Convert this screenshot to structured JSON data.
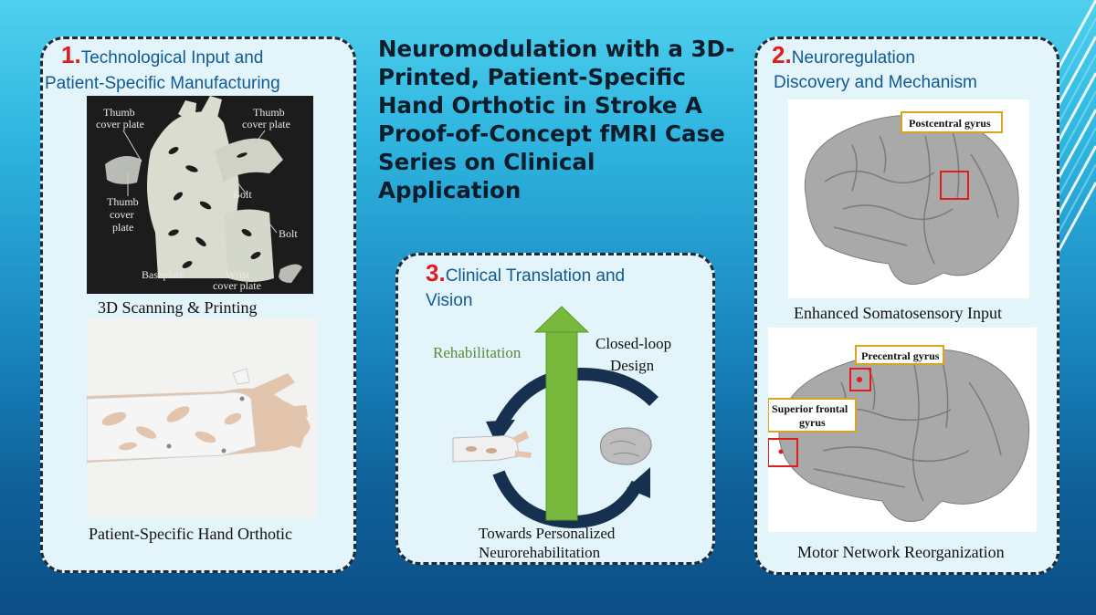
{
  "slide": {
    "title": "Neuromodulation with a 3D-Printed, Patient-Specific Hand Orthotic in Stroke A Proof-of-Concept fMRI Case Series on Clinical Application",
    "panel1": {
      "number": "1.",
      "title_line1": "Technological Input and",
      "title_line2": "Patient-Specific Manufacturing",
      "image1_labels": {
        "thumb_cover_plate_1a": "Thumb",
        "thumb_cover_plate_1b": "cover plate",
        "thumb_cover_plate_2a": "Thumb",
        "thumb_cover_plate_2b": "cover plate",
        "thumb_cover_plate_3a": "Thumb",
        "thumb_cover_plate_3b": "cover",
        "thumb_cover_plate_3c": "plate",
        "bolt_1": "Bolt",
        "bolt_2": "Bolt",
        "baseplate": "Baseplate",
        "wrist_cover_plate_a": "Wrist",
        "wrist_cover_plate_b": "cover plate"
      },
      "caption1": "3D Scanning & Printing",
      "caption2": "Patient-Specific Hand Orthotic"
    },
    "panel2": {
      "number": "2.",
      "title_line1": "Neuroregulation",
      "title_line2": "Discovery and Mechanism",
      "brain1_label": "Postcentral gyrus",
      "caption1": "Enhanced Somatosensory Input",
      "brain2_label1": "Precentral gyrus",
      "brain2_label2a": "Superior frontal",
      "brain2_label2b": "gyrus",
      "caption2": "Motor Network Reorganization"
    },
    "panel3": {
      "number": "3.",
      "title_line1": "Clinical Translation and",
      "title_line2": "Vision",
      "rehab_label": "Rehabilitation",
      "closed_loop_1": "Closed-loop",
      "closed_loop_2": "Design",
      "towards_1": "Towards Personalized",
      "towards_2": "Neurorehabilitation"
    }
  },
  "colors": {
    "accent_title": "#0e5a94",
    "number_red": "#e21c1c",
    "rehab_green": "#5b8a3a",
    "arrow_green": "#78b83c",
    "cycle_navy": "#16304f",
    "panel_bg": "#e4f4fb"
  }
}
